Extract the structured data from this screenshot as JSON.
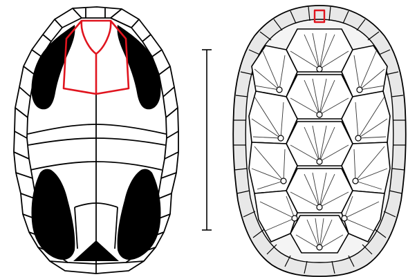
{
  "figure": {
    "panels": [
      {
        "id": "plastron",
        "view": "ventral"
      },
      {
        "id": "carapace",
        "view": "dorsal"
      }
    ],
    "scale_bar": {
      "orientation": "vertical",
      "label": ""
    },
    "colors": {
      "outline": "#000000",
      "highlight": "#e0141e",
      "fill_dark": "#000000",
      "shade": "#e8e8e8",
      "background": "#ffffff"
    }
  }
}
